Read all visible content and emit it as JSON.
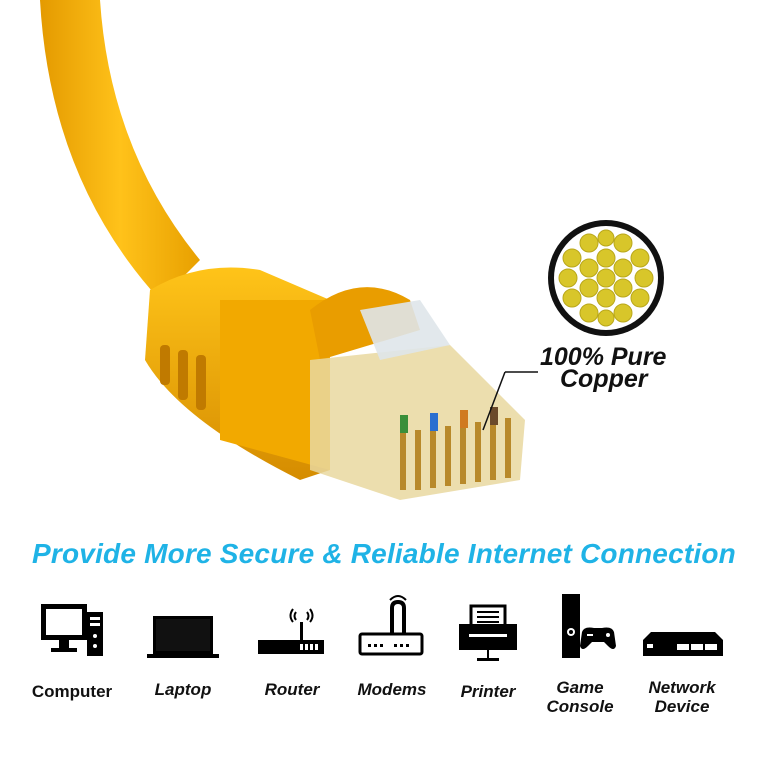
{
  "callout": {
    "line1": "100% Pure",
    "line2": "Copper"
  },
  "headline": "Provide More Secure & Reliable Internet Connection",
  "devices": [
    {
      "icon": "computer-icon",
      "label": "Computer"
    },
    {
      "icon": "laptop-icon",
      "label": "Laptop"
    },
    {
      "icon": "router-icon",
      "label": "Router"
    },
    {
      "icon": "modem-icon",
      "label": "Modems"
    },
    {
      "icon": "printer-icon",
      "label": "Printer"
    },
    {
      "icon": "game-console-icon",
      "label_line1": "Game",
      "label_line2": "Console"
    },
    {
      "icon": "network-device-icon",
      "label_line1": "Network",
      "label_line2": "Device"
    }
  ],
  "colors": {
    "cable": "#f5b000",
    "headline": "#1fb3e6",
    "copper": "#d8c62a"
  }
}
